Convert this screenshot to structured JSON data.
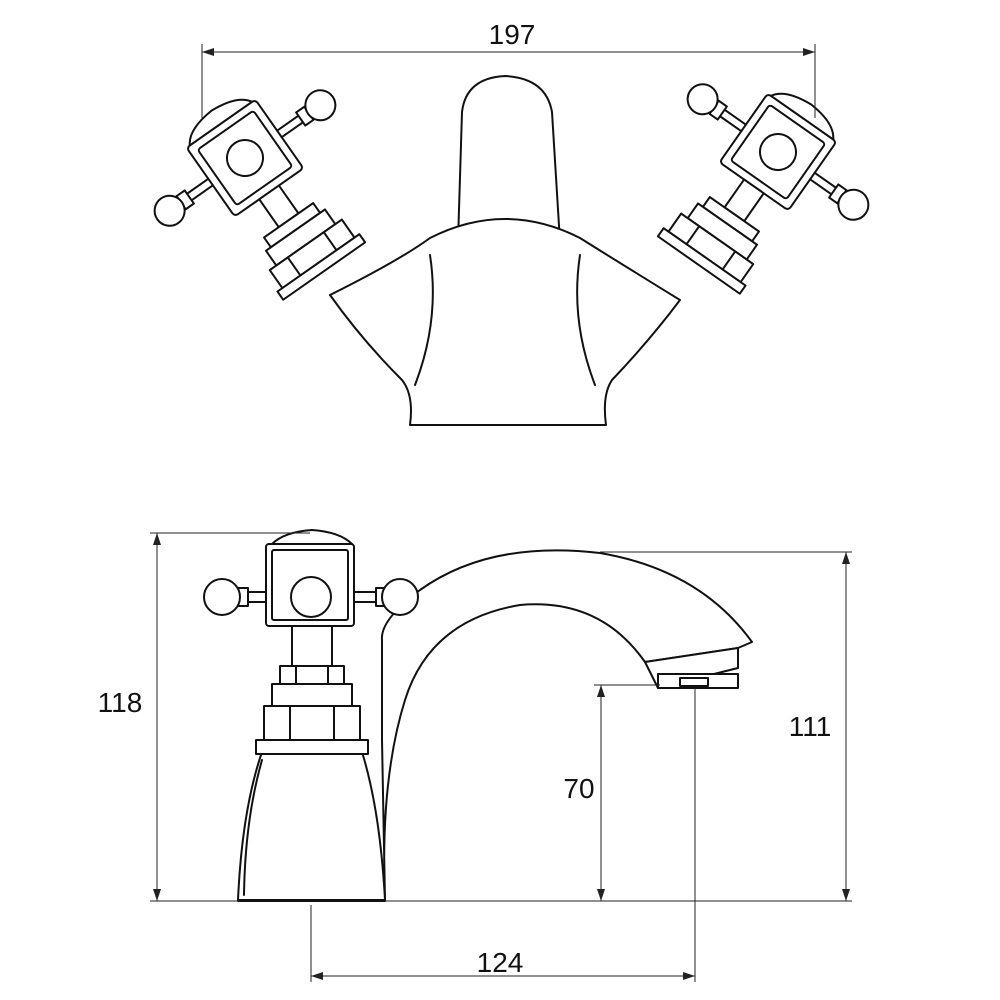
{
  "dimensions": {
    "width_top": "197",
    "height_overall": "118",
    "height_spout": "111",
    "height_outlet": "70",
    "reach": "124"
  },
  "colors": {
    "line": "#111111",
    "background": "#ffffff"
  }
}
